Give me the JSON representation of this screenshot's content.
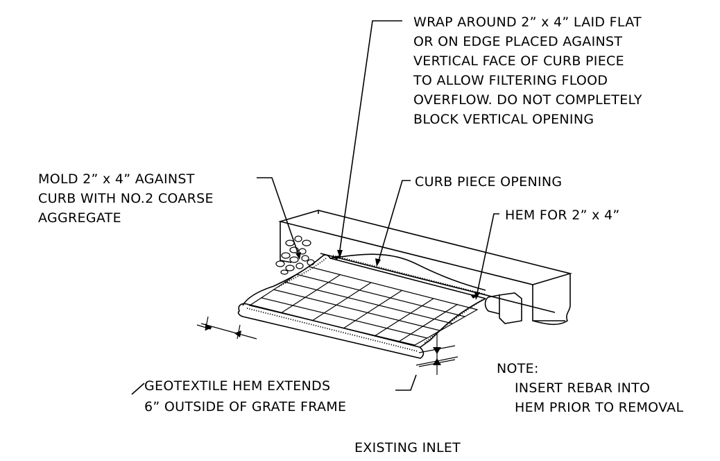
{
  "labels": {
    "wrap_note": [
      "WRAP AROUND 2” x 4” LAID FLAT",
      "OR ON EDGE PLACED AGAINST",
      "VERTICAL FACE OF CURB PIECE",
      "TO ALLOW FILTERING FLOOD",
      "OVERFLOW.  DO NOT COMPLETELY",
      "BLOCK VERTICAL OPENING"
    ],
    "mold_note": [
      "MOLD 2” x 4” AGAINST",
      "CURB WITH NO.2 COARSE",
      "AGGREGATE"
    ],
    "curb_opening": "CURB PIECE OPENING",
    "hem": "HEM FOR 2” x 4”",
    "geotextile_note": [
      "GEOTEXTILE HEM EXTENDS",
      "6” OUTSIDE OF GRATE FRAME"
    ],
    "note_heading": "NOTE:",
    "note_body": [
      "INSERT REBAR INTO",
      "HEM PRIOR TO REMOVAL"
    ],
    "title": "EXISTING INLET"
  }
}
